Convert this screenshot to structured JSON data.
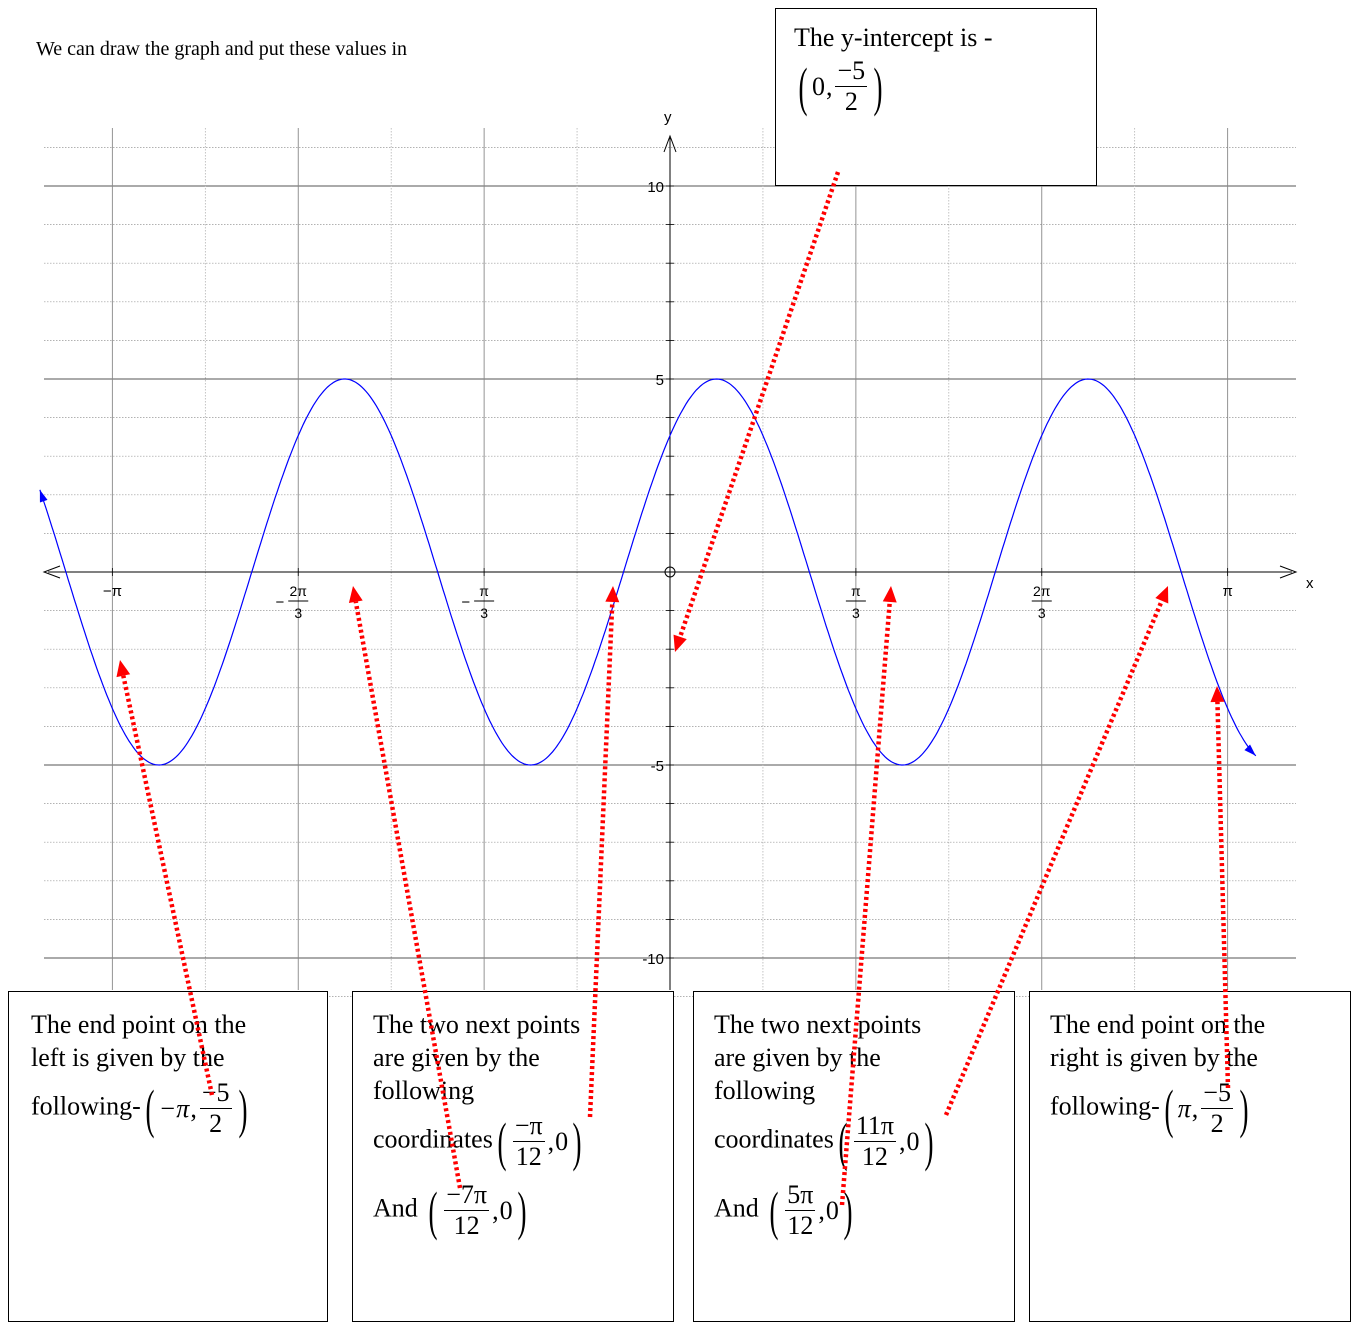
{
  "intro": "We can draw the graph and put these values in",
  "chart_data": {
    "type": "line",
    "function": "y = 5 sin(3x + pi/4)",
    "xlabel": "x",
    "ylabel": "y",
    "xlim": [
      -3.55,
      3.3
    ],
    "ylim": [
      -11,
      11
    ],
    "x_ticks": [
      {
        "value": -3.14159,
        "label": "−π"
      },
      {
        "value": -2.0944,
        "num": "2π",
        "den": "3",
        "neg": true
      },
      {
        "value": -1.0472,
        "num": "π",
        "den": "3",
        "neg": true
      },
      {
        "value": 1.0472,
        "num": "π",
        "den": "3",
        "neg": false
      },
      {
        "value": 2.0944,
        "num": "2π",
        "den": "3",
        "neg": false
      },
      {
        "value": 3.14159,
        "label": "π"
      }
    ],
    "y_ticks": [
      {
        "value": 10,
        "label": "10"
      },
      {
        "value": 5,
        "label": "5"
      },
      {
        "value": -5,
        "label": "-5"
      },
      {
        "value": -10,
        "label": "-10"
      }
    ],
    "x_gridlines": [
      -3.14159,
      -2.618,
      -2.0944,
      -1.5708,
      -1.0472,
      -0.5236,
      0.5236,
      1.0472,
      1.5708,
      2.0944,
      2.618,
      3.14159
    ],
    "y_minor_step": 1,
    "y_major_step": 5,
    "grid": true,
    "series": [
      {
        "color": "#0000ff",
        "amplitude": 5,
        "frequency": 3,
        "phase": 0.7854,
        "x_start": -3.55,
        "x_end": 3.3
      }
    ],
    "annotation_color": "#ff0000"
  },
  "boxes": {
    "yint": {
      "line1": "The y-intercept is -",
      "x": "0",
      "num": "−5",
      "den": "2"
    },
    "left": {
      "line1": "The end point on the",
      "line2": "left is given by the",
      "line3": "following-",
      "x": "−π",
      "num": "−5",
      "den": "2"
    },
    "mid1": {
      "line1": "The two next points",
      "line2": "are given by the",
      "line3": "following",
      "line4": "coordinates",
      "c1num": "−π",
      "c1den": "12",
      "c1y": "0",
      "and": "And",
      "c2num": "−7π",
      "c2den": "12",
      "c2y": "0"
    },
    "mid2": {
      "line1": "The two next points",
      "line2": "are given by the",
      "line3": "following",
      "line4": "coordinates",
      "c1num": "11π",
      "c1den": "12",
      "c1y": "0",
      "and": "And",
      "c2num": "5π",
      "c2den": "12",
      "c2y": "0"
    },
    "right": {
      "line1": "The end point on the",
      "line2": "right is given by the",
      "line3": "following-",
      "x": "π",
      "num": "−5",
      "den": "2"
    }
  }
}
